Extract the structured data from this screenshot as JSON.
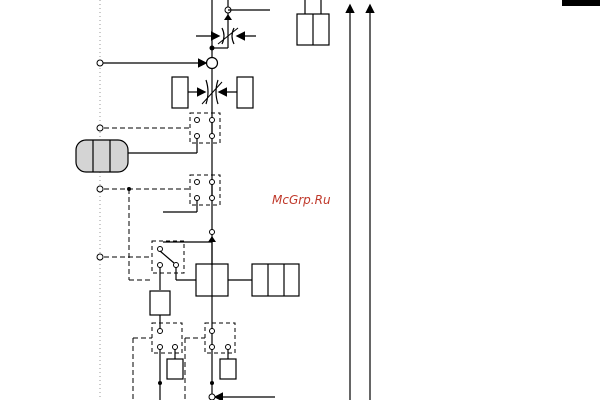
{
  "watermark": {
    "text": "McGrp.Ru"
  },
  "colors": {
    "line": "#000000",
    "dash": "#000000",
    "watermark": "#c0392b",
    "cylinder_fill": "#d4d4d4",
    "dotted_rail": "#999999"
  },
  "components": {
    "top_valve": "check-valve",
    "flow_restrictor_top": "adjustable-throttle",
    "directional_valves": [
      "3-2-way-valve",
      "3-2-way-valve",
      "5-2-way-valve",
      "3-2-way-valve",
      "3-2-way-valve"
    ],
    "accumulator": "bellows-cylinder",
    "control_block": "valve-block-3-section",
    "pressure_lines": 2
  }
}
